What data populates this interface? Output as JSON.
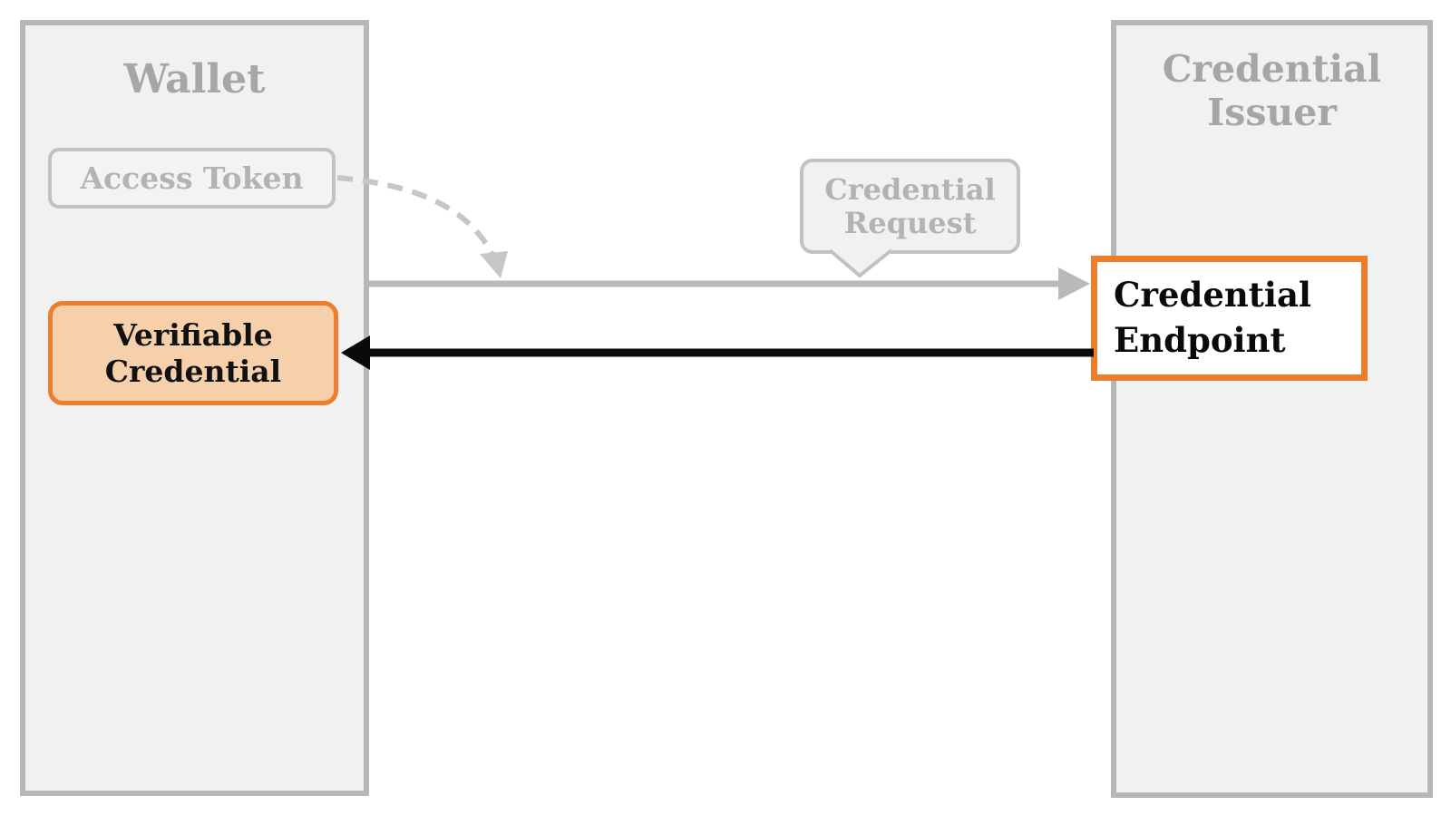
{
  "diagram": {
    "wallet": {
      "title": "Wallet",
      "access_token_label": "Access Token",
      "verifiable_credential_label": "Verifiable Credential"
    },
    "issuer": {
      "title": "Credential Issuer",
      "credential_endpoint_label": "Credential Endpoint"
    },
    "messages": {
      "credential_request_label": "Credential Request"
    },
    "colors": {
      "accent_orange": "#ee7d2a",
      "highlight_fill": "#f6cfab",
      "inactive_gray_border": "#b7b7b7",
      "inactive_gray_text": "#b3b3b3",
      "panel_fill": "#f1f1f1",
      "response_arrow": "#0a0a0a",
      "request_arrow": "#b9b9b9"
    }
  }
}
